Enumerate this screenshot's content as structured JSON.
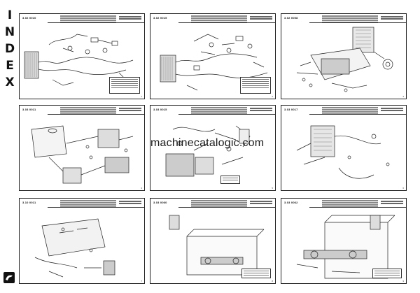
{
  "side_title": {
    "letters": [
      "I",
      "N",
      "D",
      "E",
      "X"
    ]
  },
  "watermark": "machinecatalogic.com",
  "sheets": [
    {
      "code": "3.02 0010",
      "page": "1"
    },
    {
      "code": "3.02 0015",
      "page": "2"
    },
    {
      "code": "3.02 0008",
      "page": "3"
    },
    {
      "code": "3.03 0011",
      "page": "4"
    },
    {
      "code": "3.03 0015",
      "page": "5"
    },
    {
      "code": "3.03 0017",
      "page": "6"
    },
    {
      "code": "3.10 0011",
      "page": "7"
    },
    {
      "code": "3.03 0060",
      "page": "8"
    },
    {
      "code": "3.03 0062",
      "page": "9"
    }
  ],
  "icons": {
    "logo": "company-logo-icon"
  },
  "colors": {
    "line": "#222222",
    "paper": "#ffffff"
  }
}
